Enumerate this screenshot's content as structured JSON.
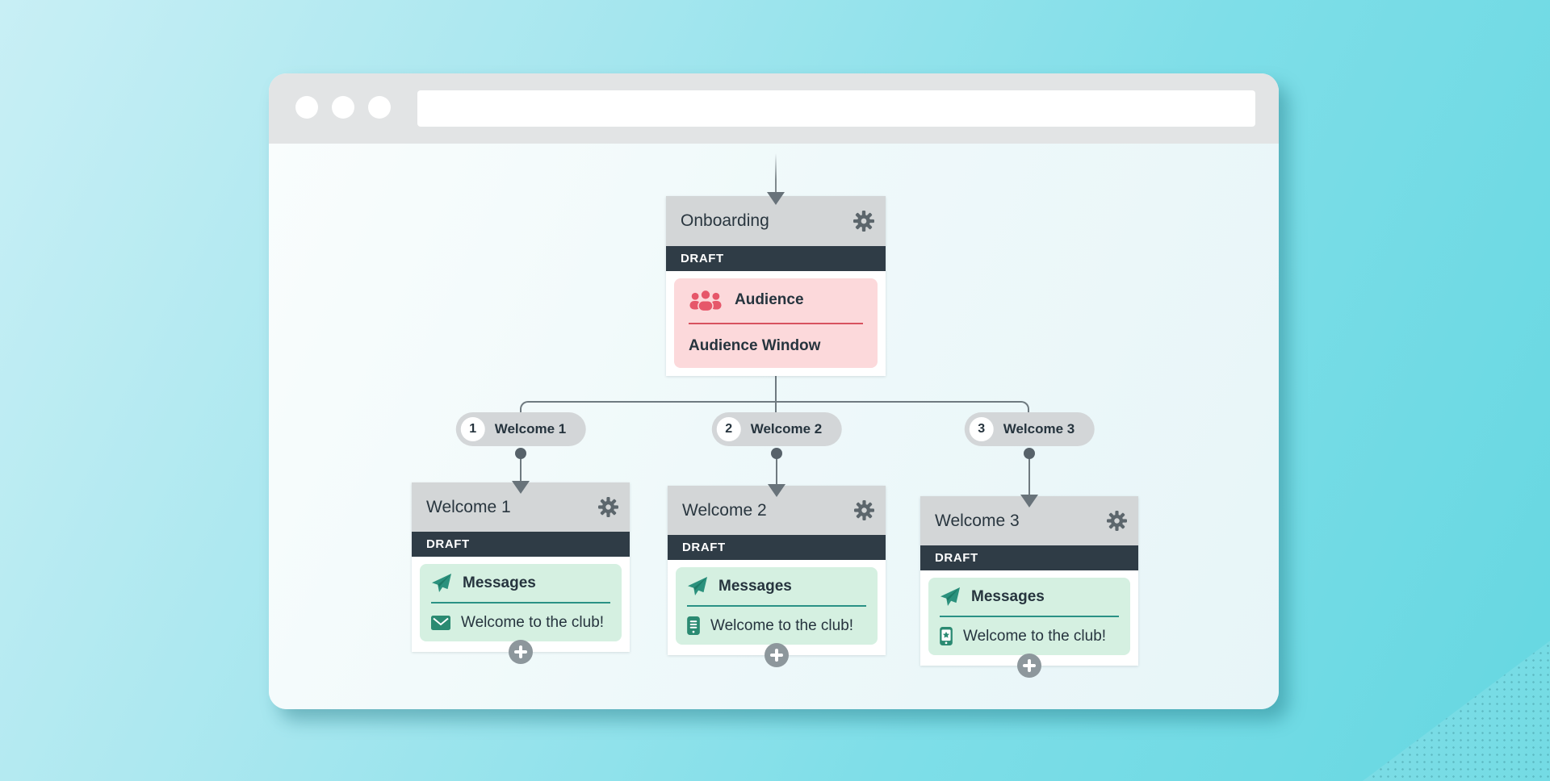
{
  "window": {
    "url_value": ""
  },
  "flow": {
    "onboarding": {
      "title": "Onboarding",
      "status": "DRAFT",
      "module": {
        "icon": "audience-people-icon",
        "label": "Audience",
        "sublabel": "Audience Window"
      }
    },
    "branches": [
      {
        "number": "1",
        "pill_label": "Welcome 1",
        "card": {
          "title": "Welcome 1",
          "status": "DRAFT",
          "module_icon": "paper-plane-icon",
          "module_label": "Messages",
          "channel_icon": "email-envelope-icon",
          "message": "Welcome to the club!"
        }
      },
      {
        "number": "2",
        "pill_label": "Welcome 2",
        "card": {
          "title": "Welcome 2",
          "status": "DRAFT",
          "module_icon": "paper-plane-icon",
          "module_label": "Messages",
          "channel_icon": "sms-phone-icon",
          "message": "Welcome to the club!"
        }
      },
      {
        "number": "3",
        "pill_label": "Welcome 3",
        "card": {
          "title": "Welcome 3",
          "status": "DRAFT",
          "module_icon": "paper-plane-icon",
          "module_label": "Messages",
          "channel_icon": "push-notification-phone-icon",
          "message": "Welcome to the club!"
        }
      }
    ]
  },
  "colors": {
    "background_teal": "#7edee8",
    "chrome_gray": "#e2e4e5",
    "header_gray": "#d3d6d7",
    "draft_navy": "#2f3c46",
    "text_navy": "#26343e",
    "audience_red": "#e6576a",
    "audience_pink": "#fcd9db",
    "divider_red": "#d8525f",
    "messages_teal": "#2b917d",
    "messages_green": "#d5f0e1",
    "divider_teal": "#2a9185",
    "connector_gray": "#6f7a80",
    "plus_gray": "#8d979c"
  }
}
